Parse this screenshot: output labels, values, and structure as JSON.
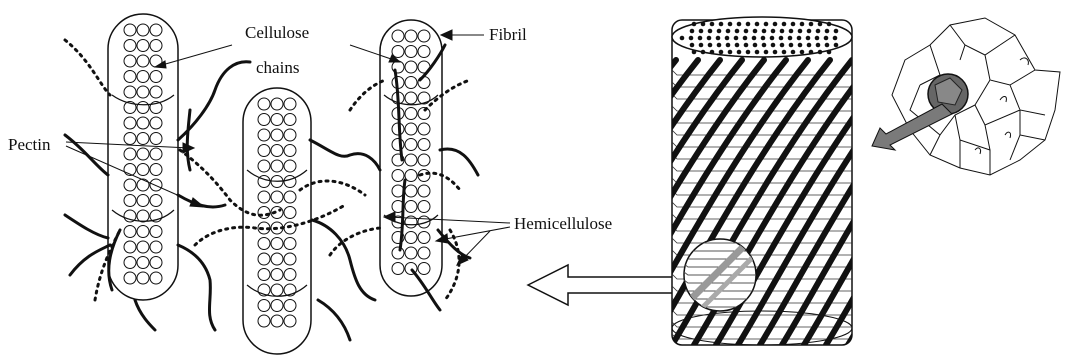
{
  "labels": {
    "cellulose_line1": "Cellulose",
    "cellulose_line2": "chains",
    "fibril": "Fibril",
    "pectin": "Pectin",
    "hemicellulose": "Hemicellulose"
  },
  "colors": {
    "ink": "#111111",
    "arrow_fill": "#7a7a7a",
    "selected_cell": "#666666",
    "background": "#ffffff"
  }
}
